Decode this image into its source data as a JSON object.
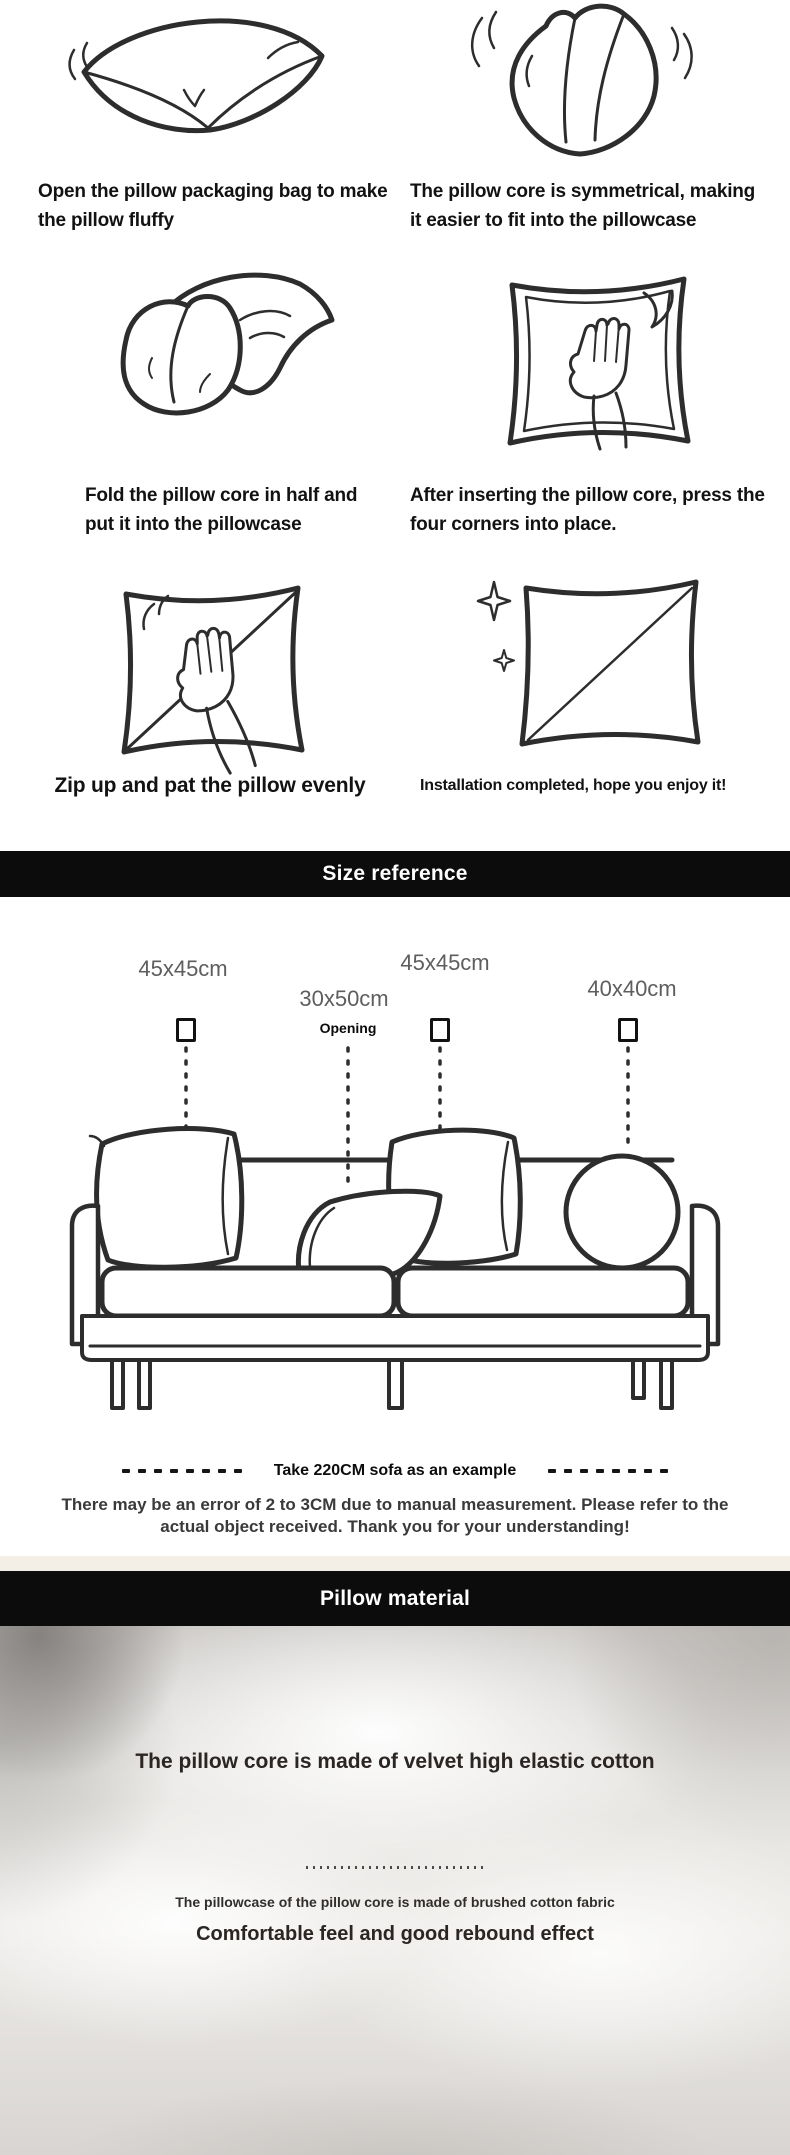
{
  "steps": [
    {
      "icon": "pillow-shaken-flat",
      "caption": "Open the pillow packaging bag to make the pillow fluffy"
    },
    {
      "icon": "pillow-upright-symmetrical",
      "caption": "The pillow core is symmetrical, making it easier to fit into the pillowcase"
    },
    {
      "icon": "pillow-folded-into-case",
      "caption": "Fold the pillow core in half and put it into the pillowcase"
    },
    {
      "icon": "hand-press-corners",
      "caption": "After inserting the pillow core, press the four corners into place."
    },
    {
      "icon": "hand-pat-pillow",
      "caption": "Zip up and pat the pillow evenly"
    },
    {
      "icon": "finished-pillow-sparkle",
      "caption": "Installation completed, hope you enjoy it!"
    }
  ],
  "size_reference": {
    "banner": "Size reference",
    "labels": [
      {
        "text": "45x45cm"
      },
      {
        "text": "30x50cm"
      },
      {
        "text": "45x45cm"
      },
      {
        "text": "40x40cm"
      }
    ],
    "opening_label": "Opening",
    "example_note": "Take 220CM sofa as an example",
    "disclaimer": "There may be an error of 2 to 3CM due to manual measurement. Please refer to the actual object received. Thank you for your understanding!"
  },
  "material": {
    "banner": "Pillow material",
    "headline": "The pillow core is made of velvet high elastic cotton",
    "subline1": "The pillowcase of the pillow core is made of brushed cotton fabric",
    "subline2": "Comfortable feel and good rebound effect"
  },
  "colors": {
    "banner_bg": "#0c0c0c",
    "banner_text": "#ffffff",
    "line_art": "#2d2d2d",
    "size_label_gray": "#5e5e5e",
    "disclaimer_gray": "#3a3a3a",
    "beige_strip": "#f3efe6"
  }
}
